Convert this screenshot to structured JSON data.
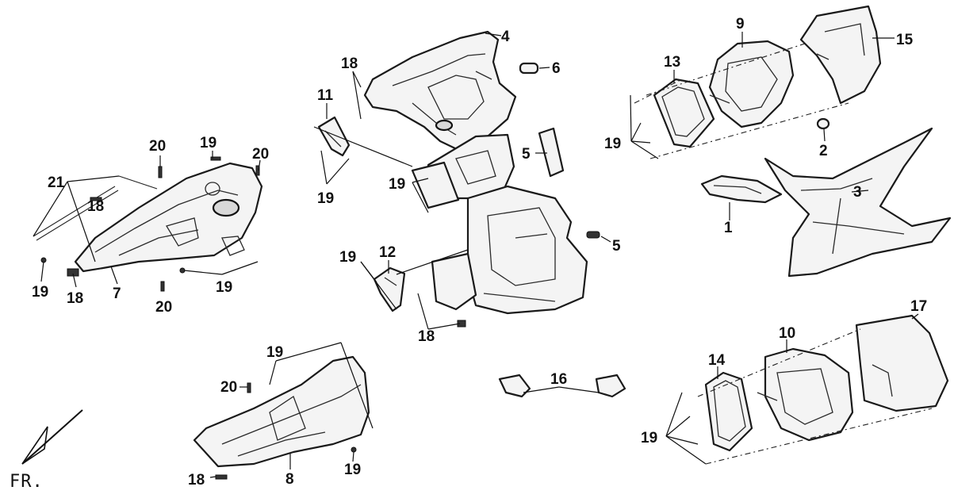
{
  "callouts": [
    {
      "id": "c-21",
      "text": "21"
    },
    {
      "id": "c-20a",
      "text": "20"
    },
    {
      "id": "c-19a",
      "text": "19"
    },
    {
      "id": "c-20b",
      "text": "20"
    },
    {
      "id": "c-18a",
      "text": "18"
    },
    {
      "id": "c-19b",
      "text": "19"
    },
    {
      "id": "c-18b",
      "text": "18"
    },
    {
      "id": "c-7",
      "text": "7"
    },
    {
      "id": "c-20c",
      "text": "20"
    },
    {
      "id": "c-19c",
      "text": "19"
    },
    {
      "id": "c-18c",
      "text": "18"
    },
    {
      "id": "c-11",
      "text": "11"
    },
    {
      "id": "c-19d",
      "text": "19"
    },
    {
      "id": "c-4",
      "text": "4"
    },
    {
      "id": "c-6",
      "text": "6"
    },
    {
      "id": "c-5a",
      "text": "5"
    },
    {
      "id": "c-19e",
      "text": "19"
    },
    {
      "id": "c-5b",
      "text": "5"
    },
    {
      "id": "c-19f",
      "text": "19"
    },
    {
      "id": "c-12",
      "text": "12"
    },
    {
      "id": "c-18d",
      "text": "18"
    },
    {
      "id": "c-9",
      "text": "9"
    },
    {
      "id": "c-13",
      "text": "13"
    },
    {
      "id": "c-15",
      "text": "15"
    },
    {
      "id": "c-19g",
      "text": "19"
    },
    {
      "id": "c-2",
      "text": "2"
    },
    {
      "id": "c-3",
      "text": "3"
    },
    {
      "id": "c-1",
      "text": "1"
    },
    {
      "id": "c-17",
      "text": "17"
    },
    {
      "id": "c-10",
      "text": "10"
    },
    {
      "id": "c-14",
      "text": "14"
    },
    {
      "id": "c-16",
      "text": "16"
    },
    {
      "id": "c-19h",
      "text": "19"
    },
    {
      "id": "c-19i",
      "text": "19"
    },
    {
      "id": "c-20d",
      "text": "20"
    },
    {
      "id": "c-18e",
      "text": "18"
    },
    {
      "id": "c-8",
      "text": "8"
    },
    {
      "id": "c-19j",
      "text": "19"
    }
  ],
  "direction": {
    "label": "FR."
  },
  "colors": {
    "line": "#1a1a1a",
    "part_fill": "#f4f4f4",
    "background": "#ffffff"
  }
}
